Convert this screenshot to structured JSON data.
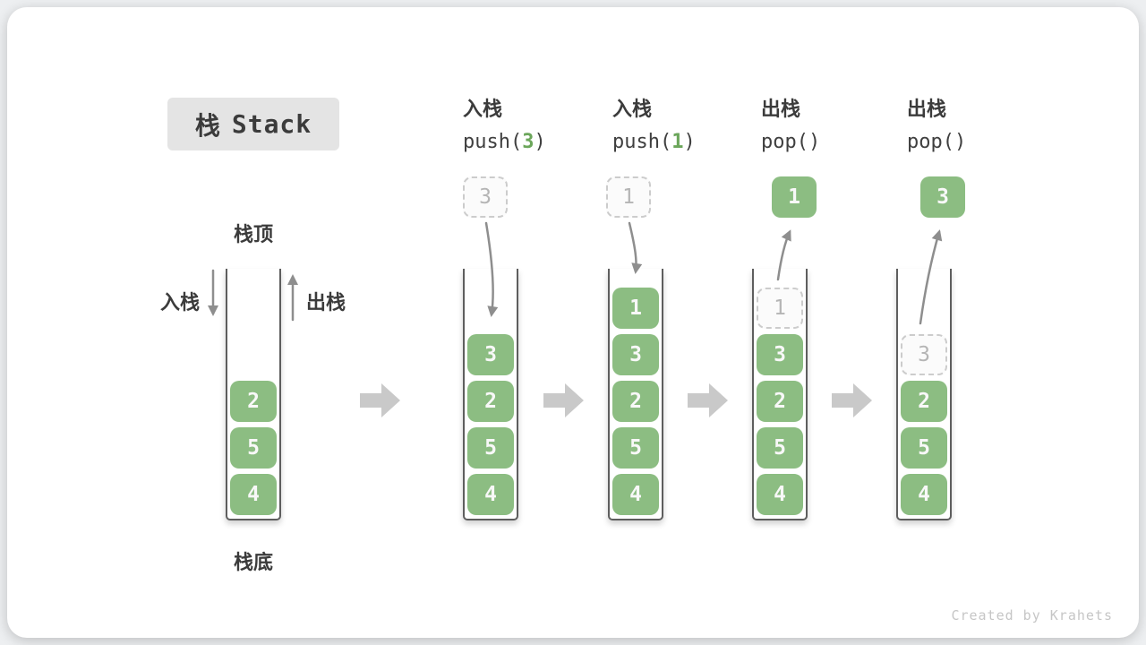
{
  "page": {
    "title_zh": "栈",
    "title_en": "Stack",
    "footer": "Created by Krahets"
  },
  "stack_labels": {
    "top": "栈顶",
    "bottom": "栈底",
    "push": "入栈",
    "pop": "出栈"
  },
  "columns": [
    {
      "cells": [
        {
          "v": "2"
        },
        {
          "v": "5"
        },
        {
          "v": "4"
        }
      ]
    },
    {
      "op_name": "入栈",
      "op_fn": "push(",
      "op_arg": "3",
      "op_close": ")",
      "float": {
        "v": "3",
        "style": "dashed"
      },
      "arrow": "down",
      "cells": [
        {
          "v": "3"
        },
        {
          "v": "2"
        },
        {
          "v": "5"
        },
        {
          "v": "4"
        }
      ]
    },
    {
      "op_name": "入栈",
      "op_fn": "push(",
      "op_arg": "1",
      "op_close": ")",
      "float": {
        "v": "1",
        "style": "dashed"
      },
      "arrow": "down",
      "cells": [
        {
          "v": "1"
        },
        {
          "v": "3"
        },
        {
          "v": "2"
        },
        {
          "v": "5"
        },
        {
          "v": "4"
        }
      ]
    },
    {
      "op_name": "出栈",
      "op_fn": "pop(",
      "op_arg": "",
      "op_close": ")",
      "float": {
        "v": "1",
        "style": "solid"
      },
      "arrow": "up",
      "cells": [
        {
          "v": "1",
          "style": "dashed"
        },
        {
          "v": "3"
        },
        {
          "v": "2"
        },
        {
          "v": "5"
        },
        {
          "v": "4"
        }
      ]
    },
    {
      "op_name": "出栈",
      "op_fn": "pop(",
      "op_arg": "",
      "op_close": ")",
      "float": {
        "v": "3",
        "style": "solid"
      },
      "arrow": "up",
      "cells": [
        {
          "v": "3",
          "style": "dashed"
        },
        {
          "v": "2"
        },
        {
          "v": "5"
        },
        {
          "v": "4"
        }
      ]
    }
  ],
  "colors": {
    "box_green": "#8CBD82",
    "code_green": "#6BA65A",
    "dashed_border": "#cccccc",
    "dashed_text": "#b5b5b5",
    "arrow_gray": "#8e8e8e",
    "block_arrow_gray": "#c9c9c9",
    "text_dark": "#3b3b3b",
    "title_bg": "#e4e4e4"
  }
}
